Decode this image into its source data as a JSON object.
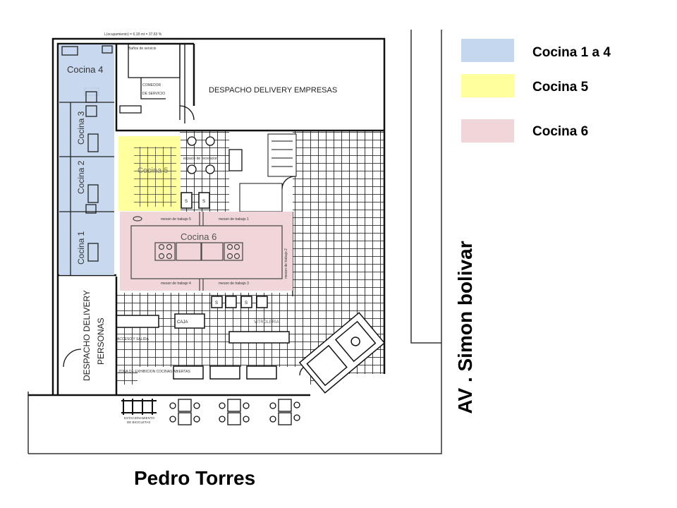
{
  "legend": [
    {
      "label": "Cocina 1 a 4",
      "color": "#c5d7ee"
    },
    {
      "label": "Cocina 5",
      "color": "#ffff9e"
    },
    {
      "label": "Cocina 6",
      "color": "#f0d6d8"
    }
  ],
  "streets": {
    "bottom": "Pedro Torres",
    "right": "AV . Simon bolivar"
  },
  "plan": {
    "top_note": "L(ocupamiento) = 6,18 mt = 37,63 %",
    "rooms": {
      "cocina4": "Cocina 4",
      "cocina3": "Cocina 3",
      "cocina2": "Cocina 2",
      "cocina1": "Cocina 1",
      "cocina5": "Cocina 5",
      "cocina6": "Cocina 6",
      "despacho_empresas": "DESPACHO DELIVERY EMPRESAS",
      "despacho_personas_1": "DESPACHO DELIVERY",
      "despacho_personas_2": "PERSONAS",
      "comedor_1": "COMEDOR",
      "comedor_2": "DE SERVICIO",
      "banos": "Baños de servicio",
      "espacio_recreacion": "espacio de recreacion",
      "caja": "CAJA",
      "vitrina": "VITROLERIA",
      "zona_comida": "ZONA DE EXHIBICION COCINAS ABIERTAS",
      "acceso": "ACCESO Y SALIDA",
      "estacionamiento_1": "ESTACIONAMIENTO",
      "estacionamiento_2": "DE BICICLETAS"
    },
    "mesones": [
      "meson de trabajo 5",
      "meson de trabajo 1",
      "meson de trabajo 4",
      "meson de trabajo 3",
      "meson de trabajo 2"
    ],
    "s_label": "S"
  }
}
